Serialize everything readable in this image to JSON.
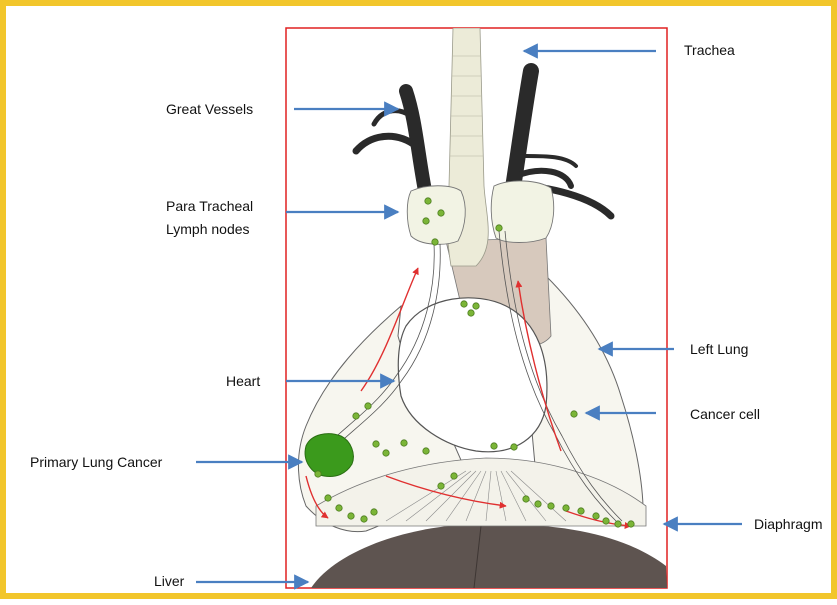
{
  "labels": {
    "trachea": "Trachea",
    "great_vessels": "Great Vessels",
    "para_tracheal_line1": "Para Tracheal",
    "para_tracheal_line2": "Lymph nodes",
    "left_lung": "Left Lung",
    "heart": "Heart",
    "cancer_cell": "Cancer cell",
    "primary_lung_cancer": "Primary Lung Cancer",
    "diaphragm": "Diaphragm",
    "liver": "Liver"
  },
  "colors": {
    "frame_border": "#f2c62b",
    "panel_border": "#e02020",
    "arrow": "#4a7fc1",
    "vessels": "#2a2a2a",
    "trachea": "#ecebd8",
    "lymph_node": "#f2f3e4",
    "lung_fill": "#f7f6ef",
    "mediastinum": "#d7c9bd",
    "liver": "#5e5450",
    "tumor": "#3b9a1c",
    "cancer_cell": "#7bb537",
    "spread_path": "#e03030"
  }
}
